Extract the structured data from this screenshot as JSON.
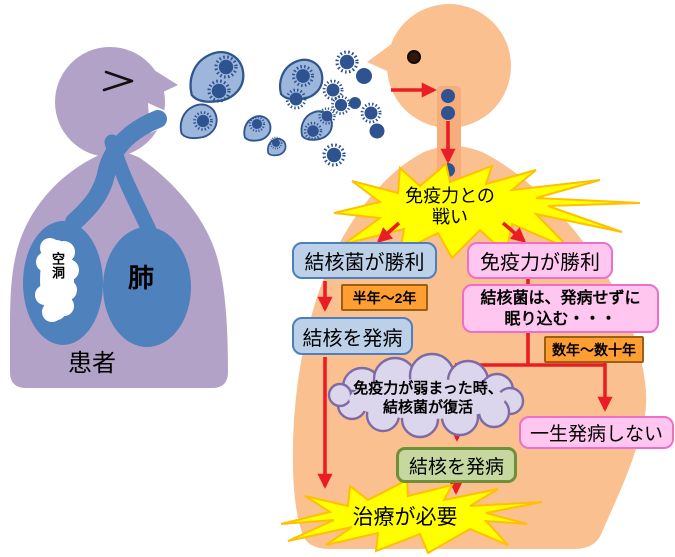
{
  "patient_figure": {
    "cavity_label": "空洞",
    "lung_label": "肺",
    "caption": "患者"
  },
  "flow": {
    "battle": {
      "line1": "免疫力との",
      "line2": "戦い"
    },
    "tb_wins": "結核菌が勝利",
    "duration_short": "半年～2年",
    "tb_onset_left": "結核を発病",
    "immunity_wins": "免疫力が勝利",
    "dormant": {
      "line1": "結核菌は、発病せずに",
      "line2": "眠り込む・・・"
    },
    "duration_long": "数年～数十年",
    "relapse": {
      "line1": "免疫力が弱まった時、",
      "line2": "結核菌が復活"
    },
    "never_onset": "一生発病しない",
    "tb_onset_right": "結核を発病",
    "treatment": "治療が必要"
  },
  "colors": {
    "patient_body": "#b3a2c8",
    "airway_blue": "#4f81bd",
    "droplet_fill": "#9db7dc",
    "bacteria_blue": "#2e5390",
    "recipient_body": "#fac090",
    "throat_strip": "#f6ad7b",
    "arrow_red": "#ec1c24",
    "burst_yellow": "#ffff00",
    "burst_outline": "#ffc000",
    "blue_box_fill": "#bcd1e8",
    "blue_box_border": "#4d7ebf",
    "pink_box_fill": "#ffc7f0",
    "pink_box_border": "#ee6fc8",
    "orange_tag_fill": "#ff9f33",
    "orange_tag_border": "#9c6013",
    "green_box_fill": "#c6d8a0",
    "green_box_border": "#6f8f38",
    "cloud_fill": "#dcd6ec",
    "cloud_border": "#7e6aa6"
  }
}
